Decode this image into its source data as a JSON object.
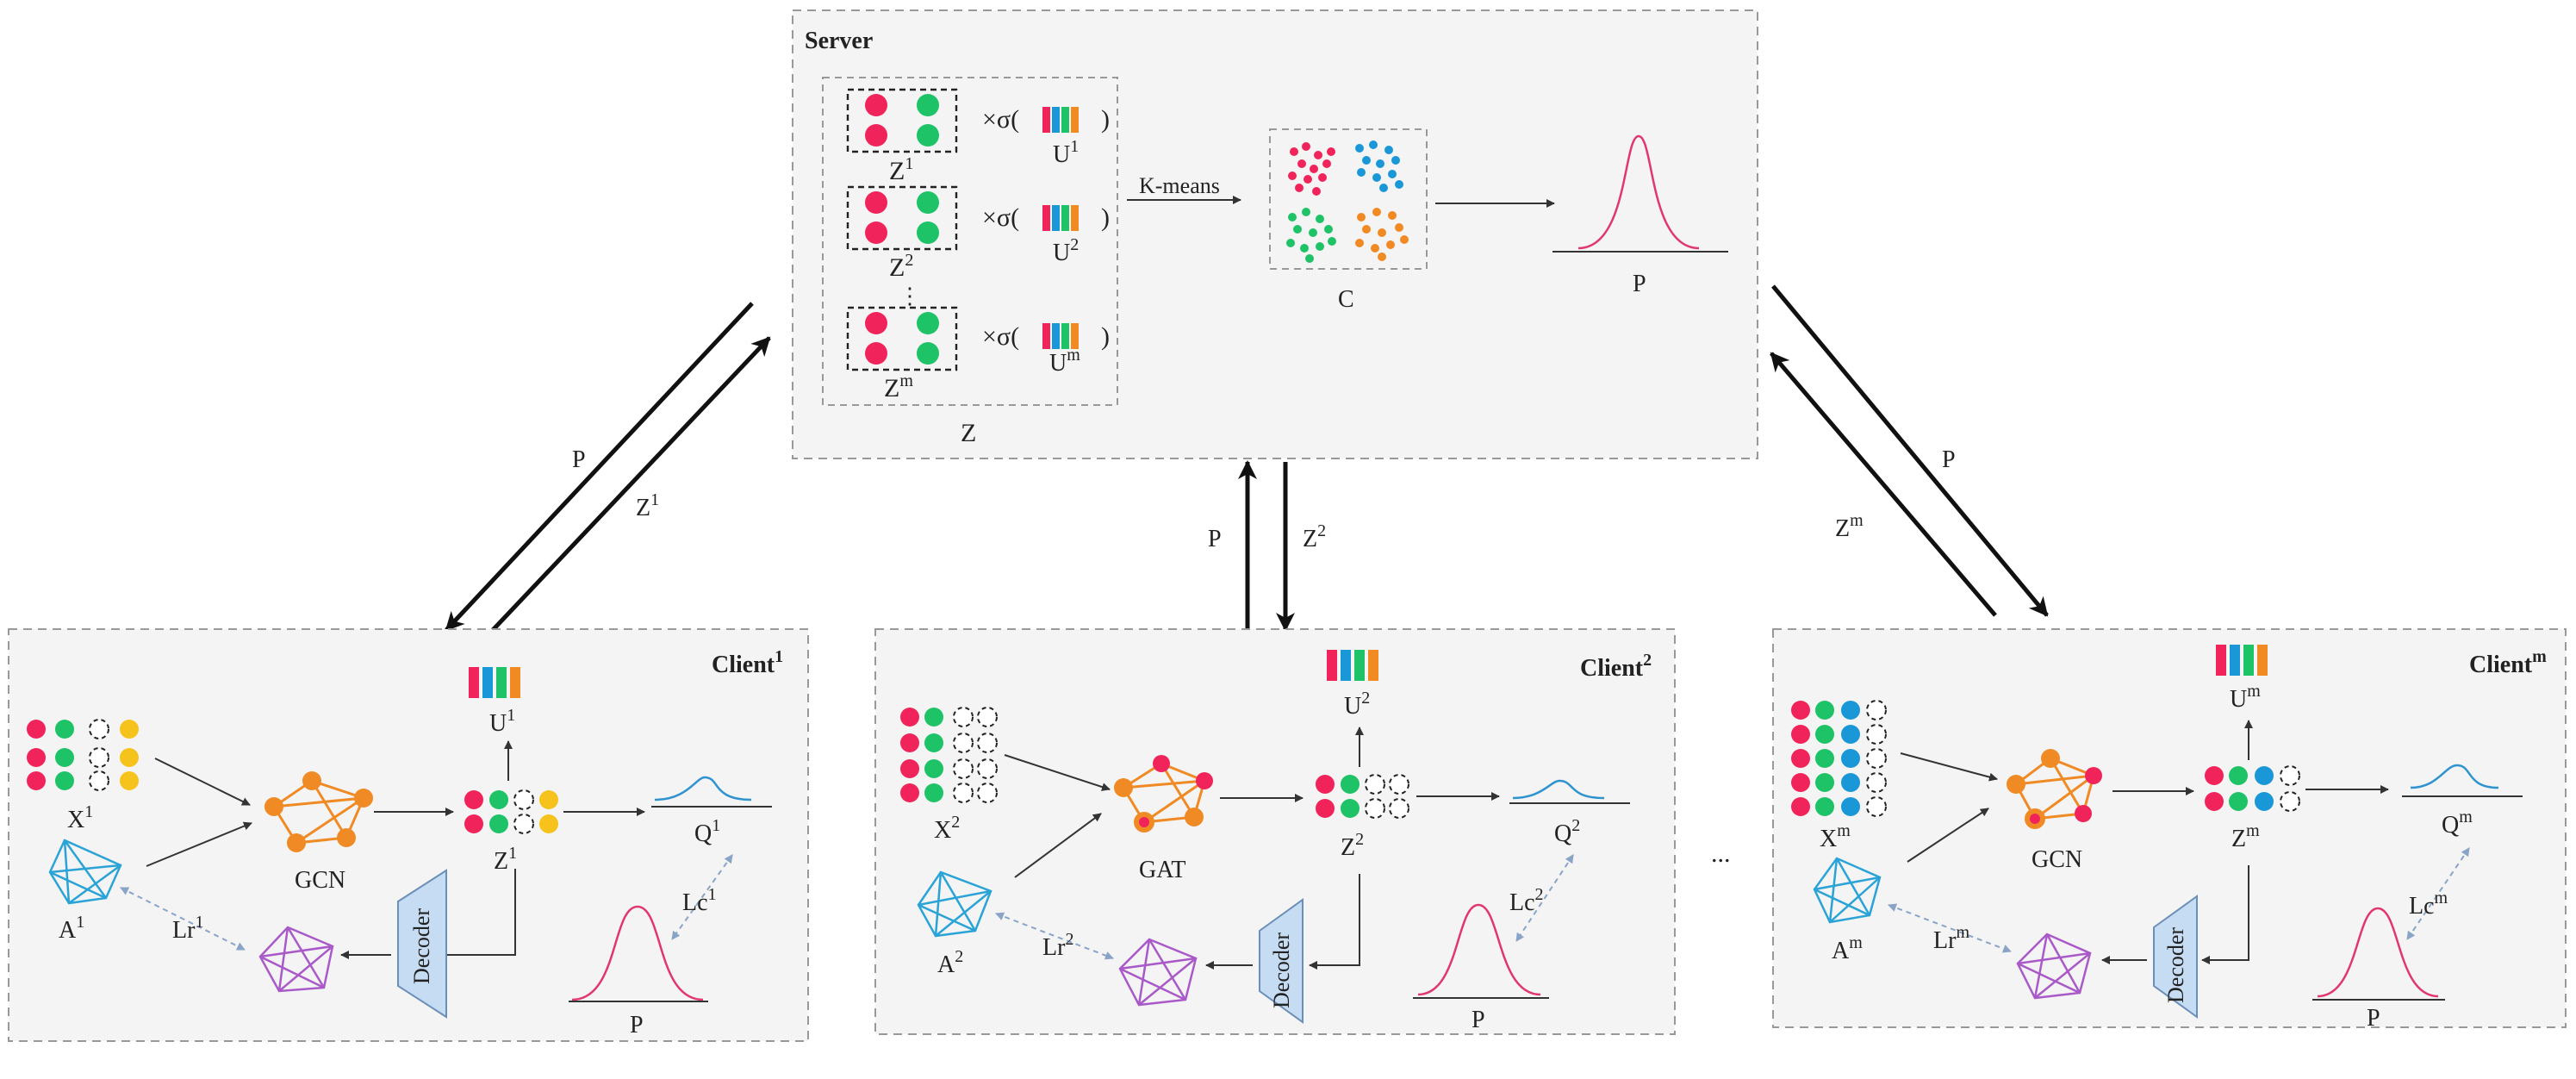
{
  "server": {
    "title": "Server",
    "emb_labels": [
      "Z",
      "Z",
      "Z"
    ],
    "emb_sups": [
      "1",
      "2",
      "m"
    ],
    "u_labels": [
      "U",
      "U",
      "U"
    ],
    "u_sups": [
      "1",
      "2",
      "m"
    ],
    "sigma": "×σ(",
    "close": ")",
    "vdots": "⋮",
    "z_label": "Z",
    "kmeans_label": "K-means",
    "c_label": "C",
    "p_label": "P"
  },
  "links": {
    "p1": "P",
    "z1": "Z",
    "z1_sup": "1",
    "p2": "P",
    "z2": "Z",
    "z2_sup": "2",
    "pm": "P",
    "zm": "Z",
    "zm_sup": "m"
  },
  "clients": [
    {
      "title": "Client",
      "sup": "1",
      "x": "X",
      "xs": "1",
      "a": "A",
      "as": "1",
      "model": "GCN",
      "z": "Z",
      "zs": "1",
      "u": "U",
      "us": "1",
      "q": "Q",
      "qs": "1",
      "lr": "Lr",
      "lrs": "1",
      "lc": "Lc",
      "lcs": "1",
      "decoder": "Decoder",
      "p": "P"
    },
    {
      "title": "Client",
      "sup": "2",
      "x": "X",
      "xs": "2",
      "a": "A",
      "as": "2",
      "model": "GAT",
      "z": "Z",
      "zs": "2",
      "u": "U",
      "us": "2",
      "q": "Q",
      "qs": "2",
      "lr": "Lr",
      "lrs": "2",
      "lc": "Lc",
      "lcs": "2",
      "decoder": "Decoder",
      "p": "P"
    },
    {
      "title": "Client",
      "sup": "m",
      "x": "X",
      "xs": "m",
      "a": "A",
      "as": "m",
      "model": "GCN",
      "z": "Z",
      "zs": "m",
      "u": "U",
      "us": "m",
      "q": "Q",
      "qs": "m",
      "lr": "Lr",
      "lrs": "m",
      "lc": "Lc",
      "lcs": "m",
      "decoder": "Decoder",
      "p": "P"
    }
  ],
  "ellipsis": "...",
  "colors": {
    "red": "#f0245a",
    "green": "#1ec267",
    "blue": "#1a97d6",
    "orange": "#f28a23",
    "yellow": "#f6c21c",
    "graph_orange": "#f08a24",
    "graph_blue": "#2aa3d6",
    "graph_purple": "#a95ac8",
    "pink_curve": "#e0386e",
    "blue_curve": "#2f93d0",
    "decoder_fill": "#c6dcf3",
    "decoder_stroke": "#6a8fb8"
  }
}
